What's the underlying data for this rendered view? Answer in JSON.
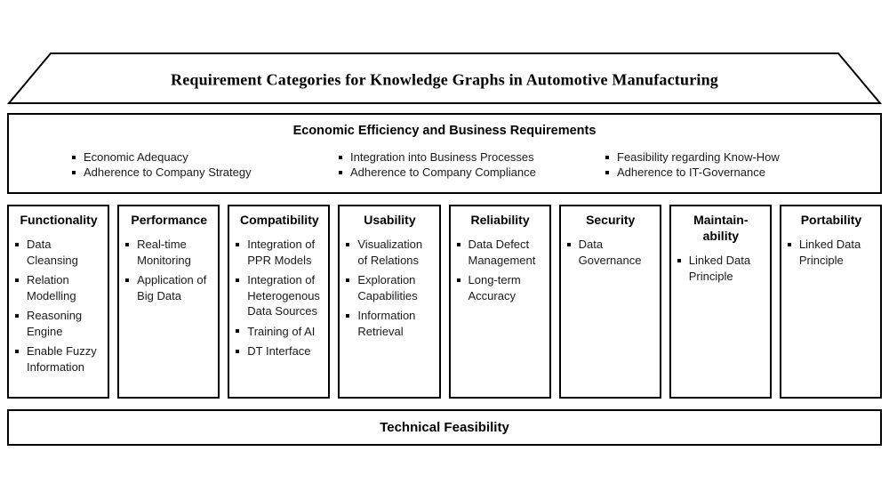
{
  "title": "Requirement Categories for Knowledge Graphs in Automotive Manufacturing",
  "economic": {
    "header": "Economic Efficiency and Business Requirements",
    "columns": [
      [
        "Economic Adequacy",
        "Adherence to Company Strategy"
      ],
      [
        "Integration into Business Processes",
        "Adherence to Company Compliance"
      ],
      [
        "Feasibility regarding Know-How",
        "Adherence to IT-Governance"
      ]
    ]
  },
  "pillars": [
    {
      "title": "Functionality",
      "items": [
        "Data Cleansing",
        "Relation Modelling",
        "Reasoning Engine",
        "Enable Fuzzy Information"
      ]
    },
    {
      "title": "Performance",
      "items": [
        "Real-time Monitoring",
        "Application of Big Data"
      ]
    },
    {
      "title": "Compatibility",
      "items": [
        "Integration of PPR Models",
        "Integration of Heterogenous Data Sources",
        "Training of AI",
        "DT Interface"
      ]
    },
    {
      "title": "Usability",
      "items": [
        "Visualization of Relations",
        "Exploration Capabilities",
        "Information Retrieval"
      ]
    },
    {
      "title": "Reliability",
      "items": [
        "Data Defect Management",
        "Long-term Accuracy"
      ]
    },
    {
      "title": "Security",
      "items": [
        "Data Governance"
      ]
    },
    {
      "title": "Maintain-ability",
      "items": [
        "Linked Data Principle"
      ]
    },
    {
      "title": "Portability",
      "items": [
        "Linked Data Principle"
      ]
    }
  ],
  "footer": {
    "label": "Technical Feasibility"
  }
}
